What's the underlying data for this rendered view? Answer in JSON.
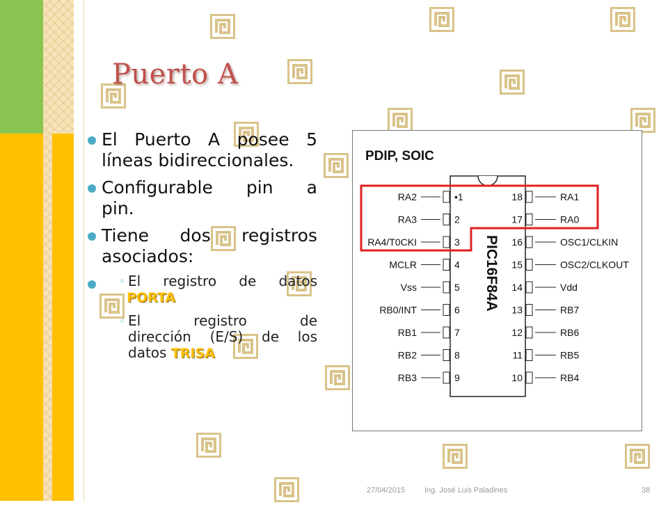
{
  "slide": {
    "title": "Puerto A",
    "bullets": [
      {
        "line1": "El Puerto A posee 5",
        "line2": "líneas bidireccionales."
      },
      {
        "line1": "Configurable pin a",
        "line2": "pin."
      },
      {
        "line1": "Tiene dos registros",
        "line2": "asociados:"
      }
    ],
    "sub_bullets": [
      {
        "marker": "◦",
        "line1": "El registro de datos",
        "highlight": "PORTA"
      },
      {
        "marker": "◦",
        "line1": "El registro de",
        "line2": "dirección (E/S) de los",
        "prefix": "datos",
        "highlight": "TRISA"
      }
    ]
  },
  "diagram": {
    "package_label": "PDIP, SOIC",
    "chip_name": "PIC16F84A",
    "left_pins": [
      {
        "num": "1",
        "name": "RA2"
      },
      {
        "num": "2",
        "name": "RA3"
      },
      {
        "num": "3",
        "name": "RA4/T0CKI"
      },
      {
        "num": "4",
        "name": "MCLR"
      },
      {
        "num": "5",
        "name": "Vss"
      },
      {
        "num": "6",
        "name": "RB0/INT"
      },
      {
        "num": "7",
        "name": "RB1"
      },
      {
        "num": "8",
        "name": "RB2"
      },
      {
        "num": "9",
        "name": "RB3"
      }
    ],
    "right_pins": [
      {
        "num": "18",
        "name": "RA1"
      },
      {
        "num": "17",
        "name": "RA0"
      },
      {
        "num": "16",
        "name": "OSC1/CLKIN"
      },
      {
        "num": "15",
        "name": "OSC2/CLKOUT"
      },
      {
        "num": "14",
        "name": "Vdd"
      },
      {
        "num": "13",
        "name": "RB7"
      },
      {
        "num": "12",
        "name": "RB6"
      },
      {
        "num": "11",
        "name": "RB5"
      },
      {
        "num": "10",
        "name": "RB4"
      }
    ],
    "highlight_color": "#e02020"
  },
  "footer": {
    "date": "27/04/2015",
    "author": "Ing. José Luis Paladines",
    "page": "38"
  },
  "colors": {
    "title": "#c0504d",
    "bullet": "#4bacc6",
    "highlight_text": "#ffc000",
    "motif": "#d9c38a"
  }
}
